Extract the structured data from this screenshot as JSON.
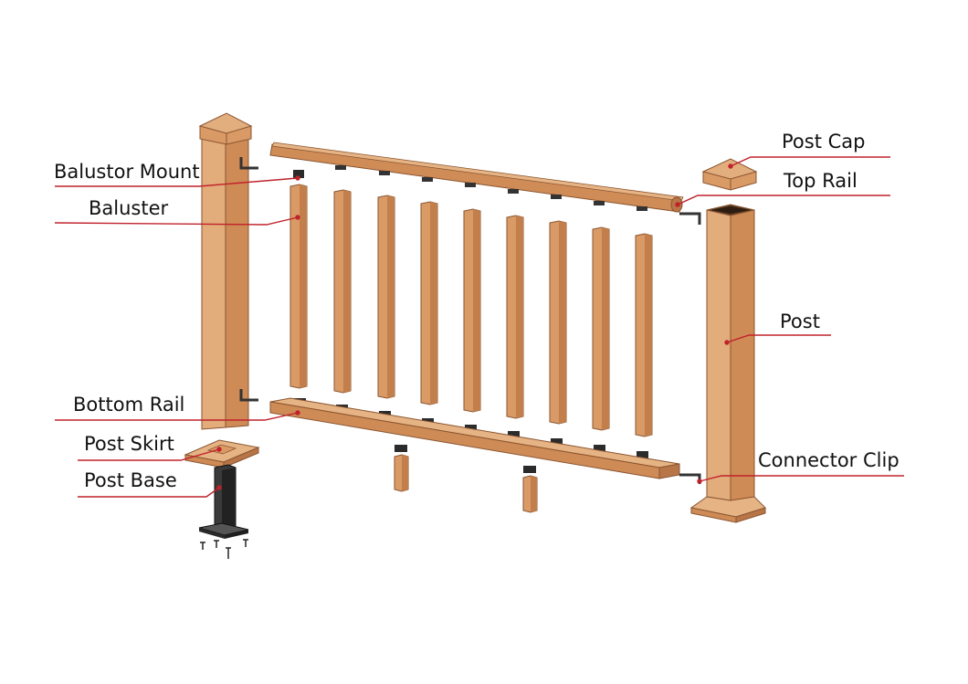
{
  "labels": {
    "balustor_mount": "Balustor Mount",
    "baluster": "Baluster",
    "bottom_rail": "Bottom Rail",
    "post_skirt": "Post Skirt",
    "post_base": "Post Base",
    "post_cap": "Post Cap",
    "top_rail": "Top Rail",
    "post": "Post",
    "connector_clip": "Connector Clip"
  },
  "colors": {
    "wood": "#D99A66",
    "wood_light": "#E3AE7E",
    "wood_dark": "#B87548",
    "wood_edge": "#8A5530",
    "hardware": "#333333",
    "leader_line": "#C0222B"
  },
  "baluster_count": 9
}
